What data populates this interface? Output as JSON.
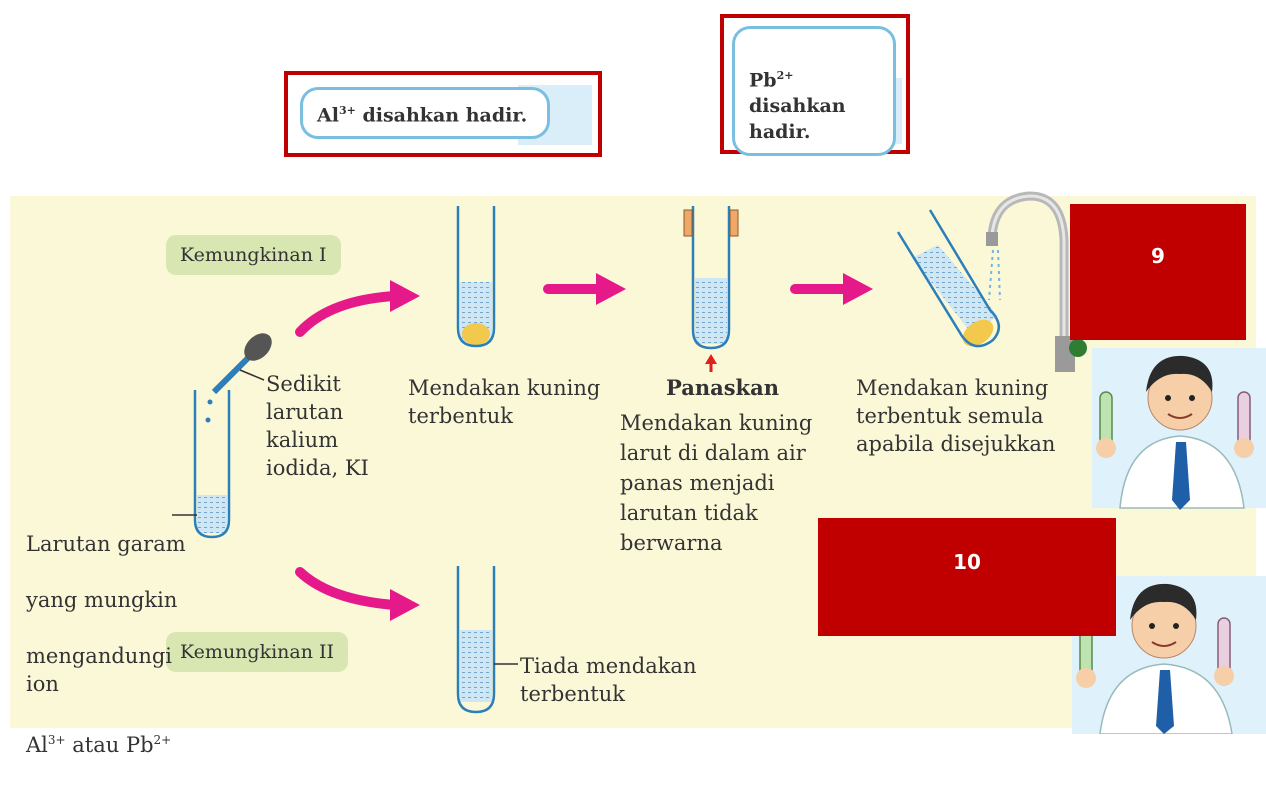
{
  "callout_top_left": {
    "text_main": "Al",
    "text_sup": "3+",
    "text_rest": " disahkan hadir."
  },
  "callout_top_right": {
    "text_main": "Pb",
    "text_sup": "2+",
    "text_rest": " disahkan\nhadir."
  },
  "possibility_1": "Kemungkinan I",
  "possibility_2": "Kemungkinan II",
  "dropper_label": "Sedikit\nlarutan\nkalium\niodida, KI",
  "salt_label": {
    "line1": "Larutan garam",
    "line2": "yang mungkin",
    "line3": "mengandungi ion",
    "ion1": "Al",
    "ion1_sup": "3+",
    "mid": " atau ",
    "ion2": "Pb",
    "ion2_sup": "2+"
  },
  "step1_label": "Mendakan kuning\nterbentuk",
  "step2_heading": "Panaskan",
  "step2_label": "Mendakan kuning\nlarut di dalam air\npanas menjadi\nlarutan tidak berwarna",
  "step3_label": "Mendakan kuning\nterbentuk semula\napabila disejukkan",
  "no_precipitate_label": "Tiada mendakan\nterbentuk",
  "number_box_1": "9",
  "number_box_2": "10",
  "colors": {
    "panel": "#fbf8d8",
    "arrow": "#e6198a",
    "red_box": "#c00000",
    "pill": "#d8e6b2",
    "liquid": "#cfe6f5",
    "precipitate": "#f2c94c"
  }
}
